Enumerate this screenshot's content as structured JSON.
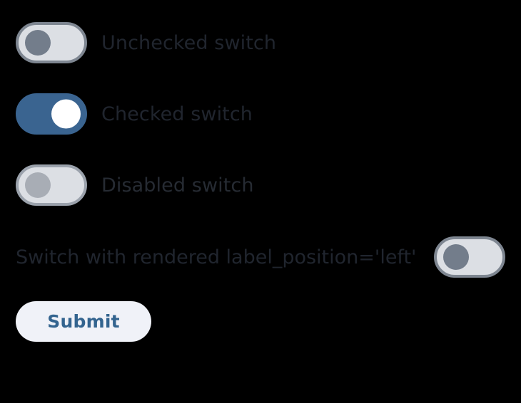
{
  "page": {
    "background_color": "#000000"
  },
  "colors": {
    "track_off": "#dcdfe4",
    "track_on": "#3a6490",
    "border_off": "#7e8691",
    "border_disabled": "#9ba2ac",
    "knob_off": "#737d8b",
    "knob_on": "#ffffff",
    "knob_disabled": "#a8adb5",
    "label_text": "#20252e",
    "button_background": "#f0f2f8",
    "button_text": "#33648f"
  },
  "switches": [
    {
      "name": "unchecked-switch",
      "label": "Unchecked switch",
      "state": "off",
      "disabled": false,
      "label_position": "right"
    },
    {
      "name": "checked-switch",
      "label": "Checked switch",
      "state": "on",
      "disabled": false,
      "label_position": "right"
    },
    {
      "name": "disabled-switch",
      "label": "Disabled switch",
      "state": "off",
      "disabled": true,
      "label_position": "right"
    },
    {
      "name": "left-label-switch",
      "label": "Switch with rendered label_position='left'",
      "state": "off",
      "disabled": false,
      "label_position": "left"
    }
  ],
  "submit": {
    "label": "Submit"
  }
}
